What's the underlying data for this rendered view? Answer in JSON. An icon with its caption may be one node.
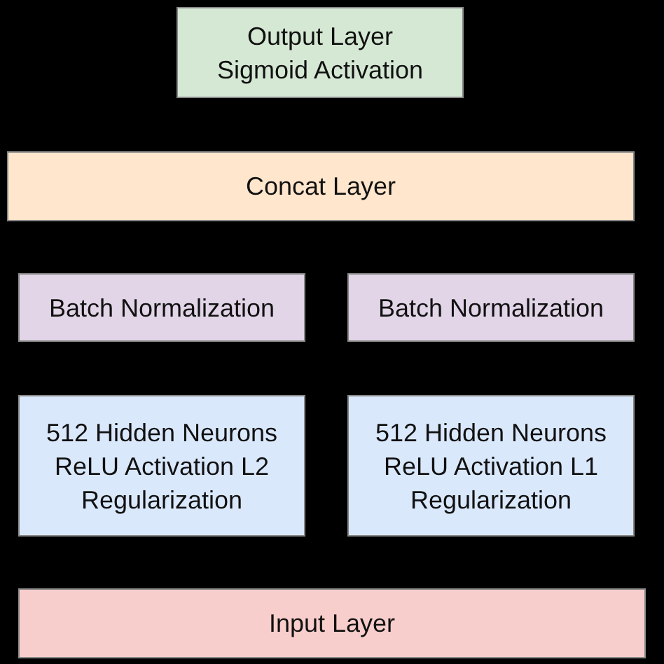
{
  "diagram": {
    "nodes": [
      {
        "text": [
          "Output Layer Sigmoid Activation"
        ]
      },
      {
        "text": [
          "Concat Layer"
        ]
      },
      {
        "text": [
          "Batch Normalization"
        ]
      },
      {
        "text": [
          "Batch Normalization"
        ]
      },
      {
        "text": [
          "512 Hidden Neurons ReLU Activation L2 Regularization"
        ]
      },
      {
        "text": [
          "512 Hidden Neurons ReLU Activation L1 Regularization"
        ]
      },
      {
        "text": [
          "Input Layer"
        ]
      }
    ]
  }
}
